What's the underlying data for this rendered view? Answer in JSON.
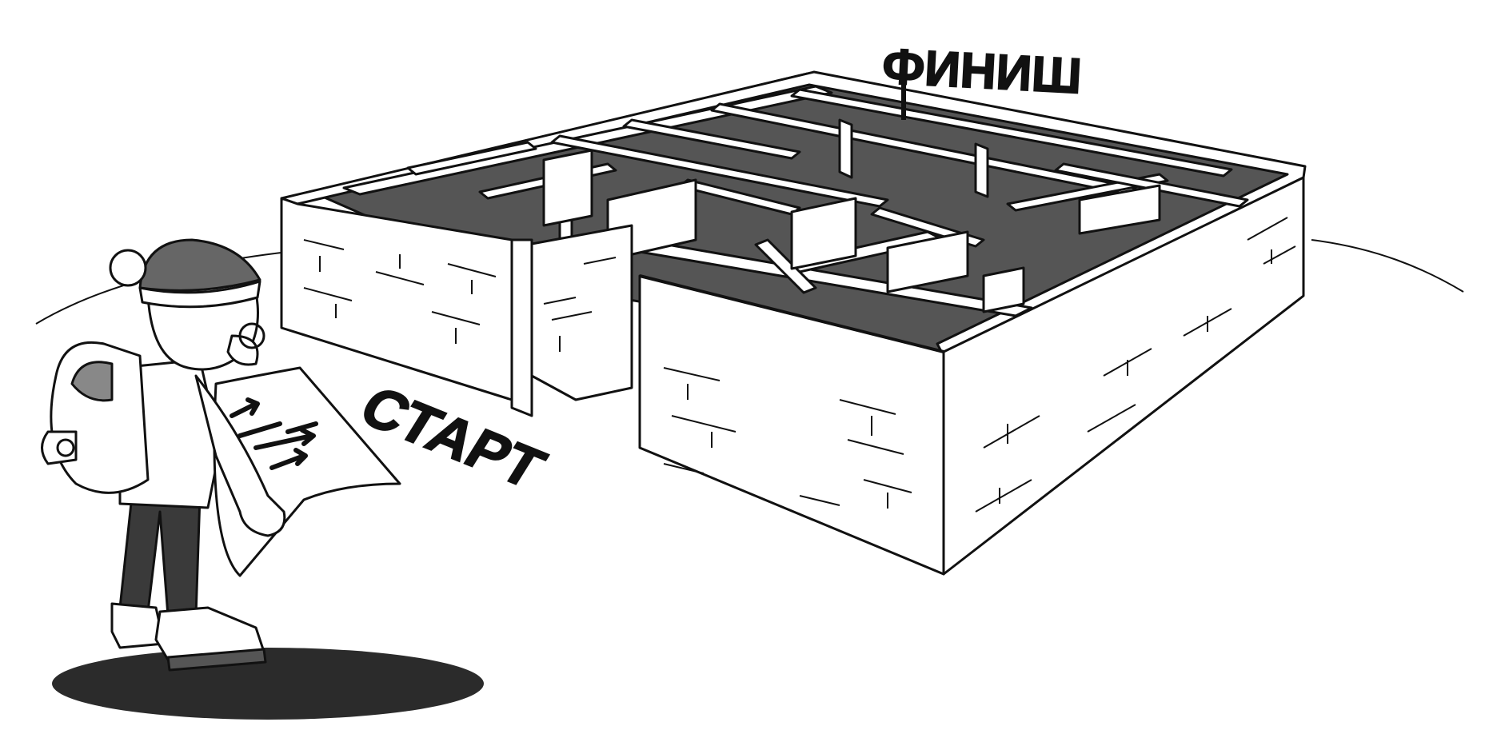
{
  "illustration": {
    "finish_label": "ФИНИШ",
    "start_label": "СТАРТ"
  },
  "colors": {
    "ink": "#111111",
    "wall_face": "#ffffff",
    "floor_shade": "#555555",
    "shadow": "#2b2b2b"
  },
  "icons": [
    "maze",
    "hiker",
    "backpack",
    "map",
    "arrow"
  ]
}
